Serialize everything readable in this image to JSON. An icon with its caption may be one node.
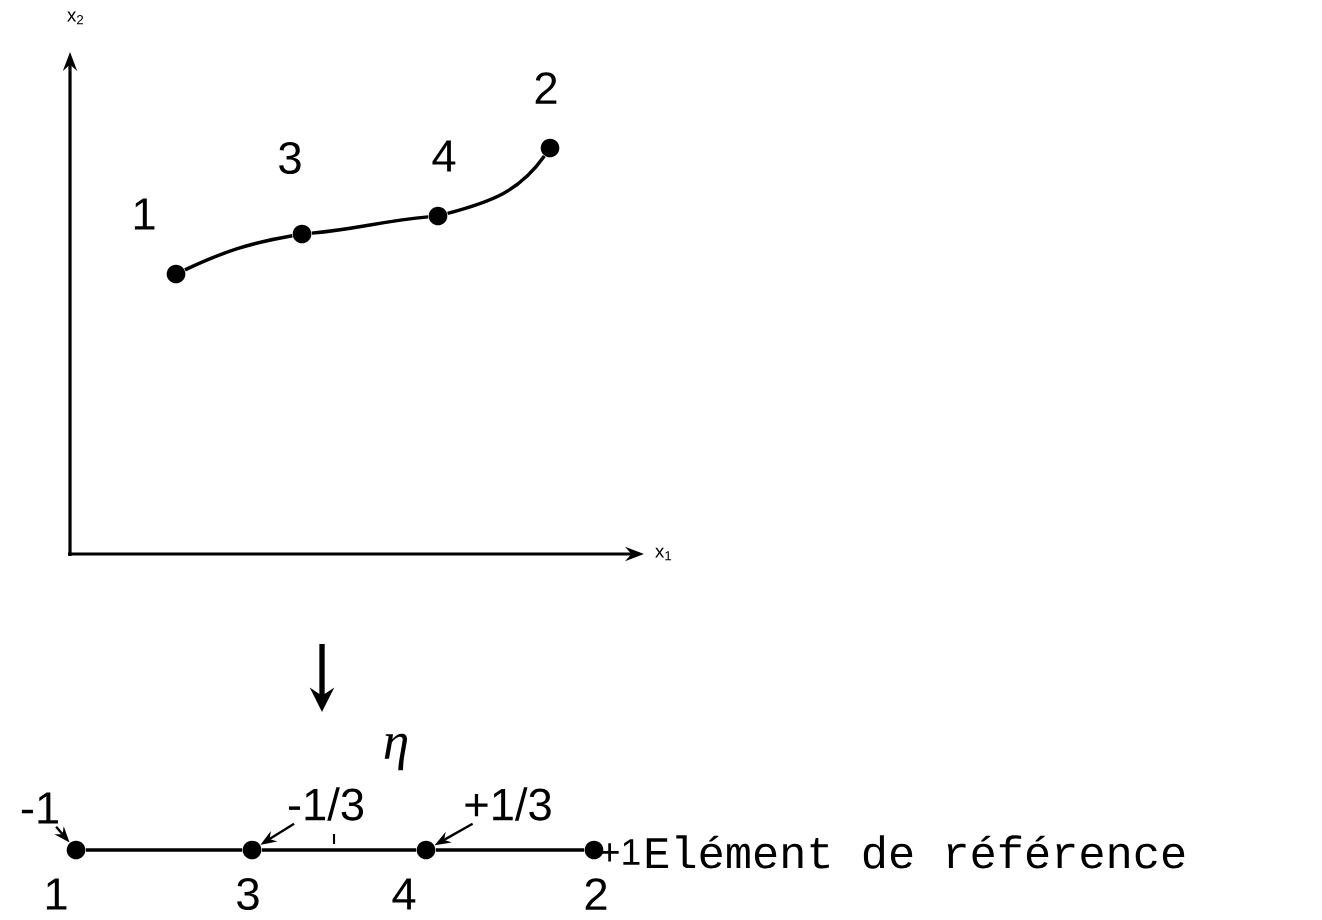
{
  "diagram": {
    "nodes": [
      {
        "text": [],
        "shape": "circle",
        "beside": [
          "1"
        ]
      },
      {
        "text": [],
        "shape": "circle",
        "beside": [
          "3"
        ]
      },
      {
        "text": [],
        "shape": "circle",
        "beside": [
          "4"
        ]
      },
      {
        "text": [],
        "shape": "circle",
        "beside": [
          "2"
        ]
      },
      {
        "text": [],
        "shape": "circle",
        "beside": [
          "1"
        ]
      },
      {
        "text": [],
        "shape": "circle",
        "beside": [
          "3"
        ]
      },
      {
        "text": [],
        "shape": "circle",
        "beside": [
          "4"
        ]
      },
      {
        "text": [],
        "shape": "circle",
        "beside": [
          "2"
        ]
      },
      {
        "text": [
          "-1"
        ]
      },
      {
        "text": [
          "-1/3"
        ]
      },
      {
        "text": [
          "+1/3"
        ]
      }
    ],
    "edges": [
      {
        "from": 0,
        "to": 1,
        "arrow": "none"
      },
      {
        "from": 1,
        "to": 2,
        "arrow": "none"
      },
      {
        "from": 2,
        "to": 3,
        "arrow": "none"
      },
      {
        "from": 4,
        "to": 5,
        "arrow": "none"
      },
      {
        "from": 5,
        "to": 6,
        "arrow": "none"
      },
      {
        "from": 6,
        "to": 7,
        "arrow": "none"
      },
      {
        "from": 8,
        "to": 4,
        "arrow": "to"
      },
      {
        "from": 9,
        "to": 5,
        "arrow": "to"
      },
      {
        "from": 10,
        "to": 6,
        "arrow": "to"
      }
    ],
    "labels": [
      "x$_{2}$",
      "x$_{1}$",
      "η",
      "+1",
      "Elément de référence"
    ]
  }
}
